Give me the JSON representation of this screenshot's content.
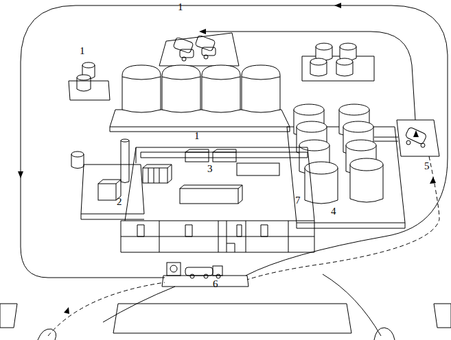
{
  "diagram": {
    "labels": [
      "1",
      "1",
      "1",
      "3",
      "5",
      "2",
      "4",
      "7",
      "6"
    ]
  }
}
